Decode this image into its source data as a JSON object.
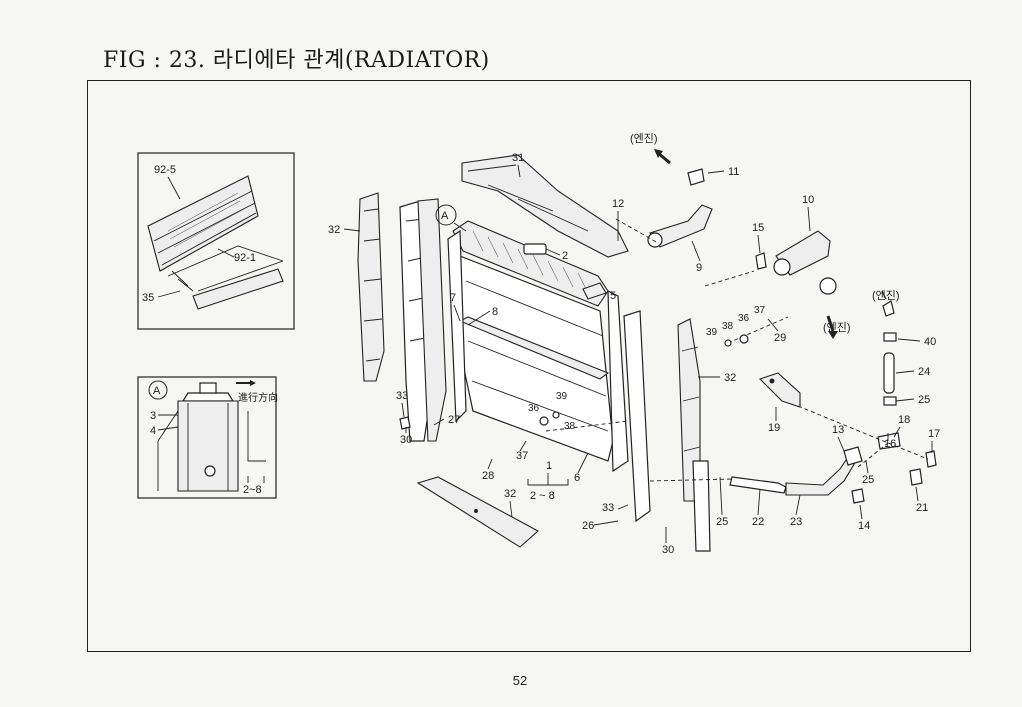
{
  "header": {
    "title": "FIG : 23. 라디에타 관계(RADIATOR)"
  },
  "footer": {
    "page_number": "52"
  },
  "inset_top": {
    "labels": [
      "92-5",
      "92-1",
      "35"
    ]
  },
  "inset_a": {
    "marker": "A",
    "direction_text": "進行方向",
    "labels": [
      "3",
      "4",
      "2~8"
    ]
  },
  "annotations": {
    "engine": "(엔진)",
    "detail_a": "A"
  },
  "callouts": [
    "31",
    "11",
    "12",
    "10",
    "2",
    "15",
    "9",
    "5",
    "8",
    "7",
    "37",
    "36",
    "38",
    "39",
    "29",
    "40",
    "24",
    "32",
    "25",
    "19",
    "18",
    "17",
    "13",
    "16",
    "25",
    "21",
    "14",
    "23",
    "22",
    "25",
    "30",
    "26",
    "33",
    "32",
    "1",
    "2 ~ 8",
    "6",
    "37",
    "28",
    "38",
    "36",
    "39",
    "27",
    "33",
    "30",
    "32"
  ]
}
